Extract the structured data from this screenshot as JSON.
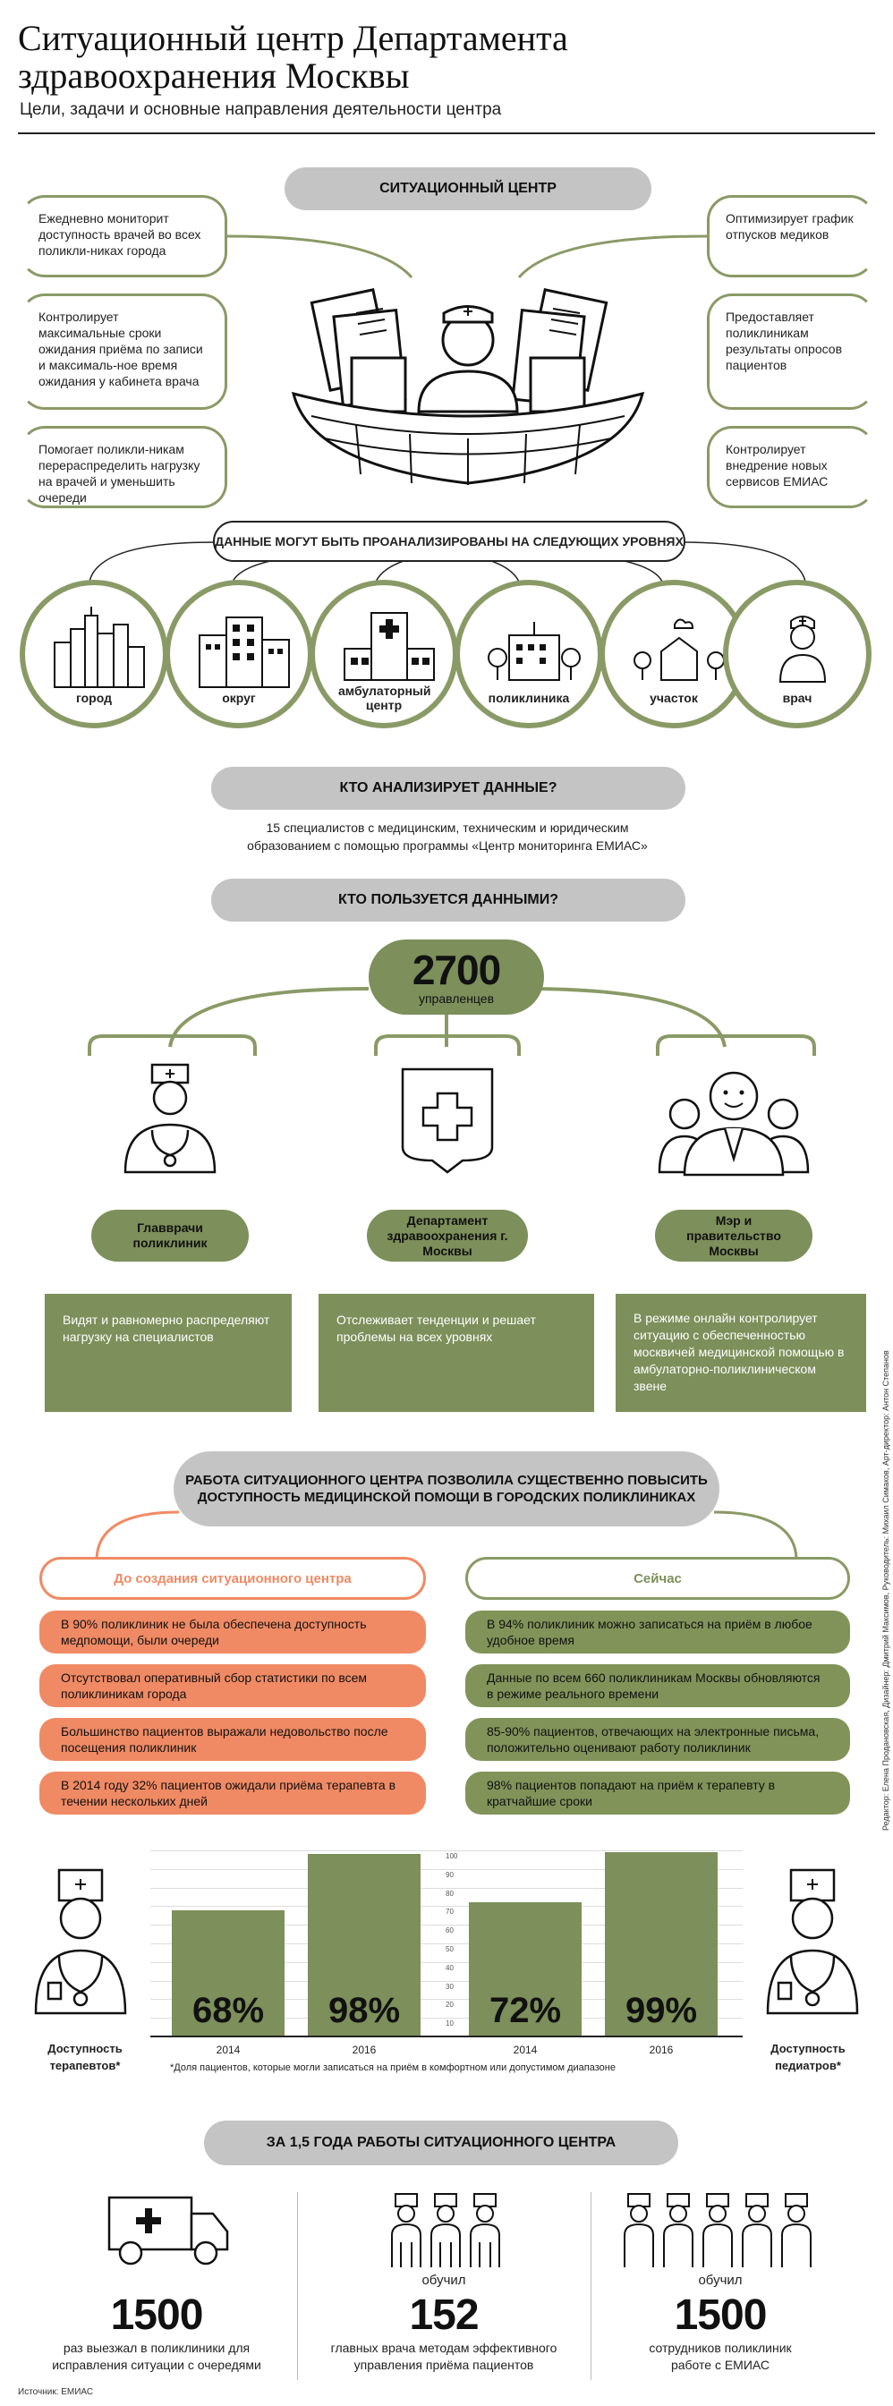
{
  "header": {
    "title_line1": "Ситуационный центр Департамента",
    "title_line2": "здравоохранения Москвы",
    "subtitle": "Цели, задачи и основные направления деятельности центра"
  },
  "center": {
    "label": "СИТУАЦИОННЫЙ ЦЕНТР",
    "left": [
      "Ежедневно мониторит доступность врачей во всех поликли-никах города",
      "Контролирует максимальные сроки ожидания приёма по записи и максималь-ное время ожидания у кабинета врача",
      "Помогает поликли-никам перераспределить нагрузку на врачей и уменьшить очереди"
    ],
    "right": [
      "Оптимизирует график отпусков медиков",
      "Предоставляет поликлиникам результаты опросов пациентов",
      "Контролирует внедрение новых сервисов ЕМИАС"
    ]
  },
  "levels": {
    "label": "ДАННЫЕ МОГУТ БЫТЬ ПРОАНАЛИЗИРОВАНЫ НА СЛЕДУЮЩИХ УРОВНЯХ",
    "items": [
      "город",
      "округ",
      "амбулаторный центр",
      "поликлиника",
      "участок",
      "врач"
    ]
  },
  "who_analyzes": {
    "label": "КТО АНАЛИЗИРУЕТ ДАННЫЕ?",
    "text_line1": "15 специалистов с медицинским, техническим и юридическим",
    "text_line2": "образованием с помощью программы «Центр мониторинга ЕМИАС»"
  },
  "who_uses": {
    "label": "КТО ПОЛЬЗУЕТСЯ ДАННЫМИ?",
    "count": "2700",
    "count_label": "управленцев",
    "groups": [
      {
        "name": "Главврачи поликлиник",
        "text": "Видят и равномерно распределяют нагрузку на специалистов"
      },
      {
        "name": "Департамент здравоохранения г. Москвы",
        "text": "Отслеживает тенденции и решает проблемы на всех уровнях"
      },
      {
        "name": "Мэр и правительство Москвы",
        "text": "В режиме онлайн контролирует ситуацию с обеспеченностью москвичей медицинской помощью в амбулаторно-поликлиническом звене"
      }
    ]
  },
  "result": {
    "label_line1": "РАБОТА СИТУАЦИОННОГО ЦЕНТРА ПОЗВОЛИЛА СУЩЕСТВЕННО ПОВЫСИТЬ",
    "label_line2": "ДОСТУПНОСТЬ МЕДИЦИНСКОЙ ПОМОЩИ В ГОРОДСКИХ ПОЛИКЛИНИКАХ",
    "before_title": "До создания ситуационного центра",
    "now_title": "Сейчас",
    "before": [
      "В 90% поликлиник не была обеспечена доступность медпомощи, были очереди",
      "Отсутствовал оперативный сбор статистики по всем поликлиникам города",
      "Большинство пациентов выражали недовольство после посещения поликлиник",
      "В 2014 году 32% пациентов ожидали приёма терапевта в течении нескольких дней"
    ],
    "now": [
      "В 94% поликлиник можно записаться на приём в любое удобное время",
      "Данные по всем 660 поликлиникам Москвы обновляются в режиме реального времени",
      "85-90% пациентов, отвечающих на электронные письма, положительно оценивают работу поликлиник",
      "98% пациентов попадают на приём к терапевту в кратчайшие сроки"
    ]
  },
  "chart_data": {
    "type": "bar",
    "categories": [
      "2014",
      "2016",
      "2014",
      "2016"
    ],
    "values": [
      68,
      98,
      72,
      99
    ],
    "value_labels": [
      "68%",
      "98%",
      "72%",
      "99%"
    ],
    "ylim": [
      0,
      100
    ],
    "yticks": [
      "100",
      "90",
      "80",
      "70",
      "60",
      "50",
      "40",
      "30",
      "20",
      "10"
    ],
    "group_left": "Доступность терапевтов*",
    "group_right": "Доступность педиатров*",
    "footnote": "*Доля пациентов, которые могли записаться на приём в комфортном или допустимом диапазоне",
    "bar_color": "#7d8f5a"
  },
  "summary": {
    "label": "ЗА 1,5 ГОДА РАБОТЫ СИТУАЦИОННОГО ЦЕНТРА",
    "items": [
      {
        "pre": "",
        "number": "1500",
        "text_line1": "раз выезжал в поликлиники для",
        "text_line2": "исправления ситуации с очередями"
      },
      {
        "pre": "обучил",
        "number": "152",
        "text_line1": "главных врача методам эффективного",
        "text_line2": "управления приёма пациентов"
      },
      {
        "pre": "обучил",
        "number": "1500",
        "text_line1": "сотрудников поликлиник",
        "text_line2": "работе с ЕМИАС"
      }
    ]
  },
  "footer": {
    "source": "Источник: ЕМИАС",
    "credits": "Редактор: Елена Продановская, Дизайнер: Дмитрий Максимов, Руководитель: Михаил Симаков, Арт-директор: Антон Степанов"
  },
  "colors": {
    "olive": "#7d8f5a",
    "salmon": "#f08a64",
    "grey": "#c4c4c4"
  }
}
